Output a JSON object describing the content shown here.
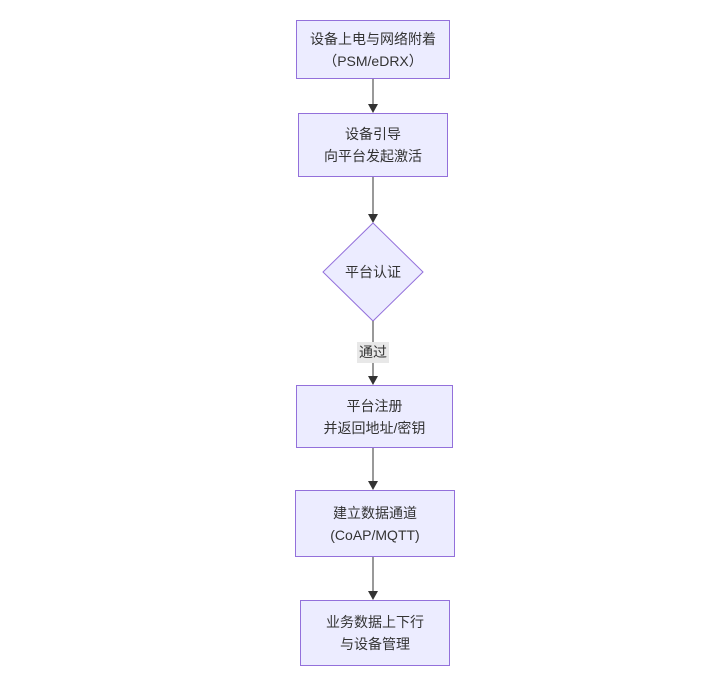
{
  "diagram": {
    "type": "flowchart",
    "direction": "top-down",
    "nodes": [
      {
        "id": "A",
        "shape": "rect",
        "lines": [
          "设备上电与网络附着",
          "（PSM/eDRX）"
        ]
      },
      {
        "id": "B",
        "shape": "rect",
        "lines": [
          "设备引导",
          "向平台发起激活"
        ]
      },
      {
        "id": "C",
        "shape": "diamond",
        "lines": [
          "平台认证"
        ]
      },
      {
        "id": "D",
        "shape": "rect",
        "lines": [
          "平台注册",
          "并返回地址/密钥"
        ]
      },
      {
        "id": "E",
        "shape": "rect",
        "lines": [
          "建立数据通道",
          "(CoAP/MQTT)"
        ]
      },
      {
        "id": "F",
        "shape": "rect",
        "lines": [
          "业务数据上下行",
          "与设备管理"
        ]
      }
    ],
    "edges": [
      {
        "from": "A",
        "to": "B",
        "label": ""
      },
      {
        "from": "B",
        "to": "C",
        "label": ""
      },
      {
        "from": "C",
        "to": "D",
        "label": "通过"
      },
      {
        "from": "D",
        "to": "E",
        "label": ""
      },
      {
        "from": "E",
        "to": "F",
        "label": ""
      }
    ],
    "colors": {
      "node_fill": "#ECECFF",
      "node_border": "#9370DB",
      "edge_line": "#333333",
      "arrow_head": "#333333",
      "text": "#333333",
      "edge_label_bg": "#e8e8e8",
      "canvas_bg": "#ffffff"
    }
  }
}
